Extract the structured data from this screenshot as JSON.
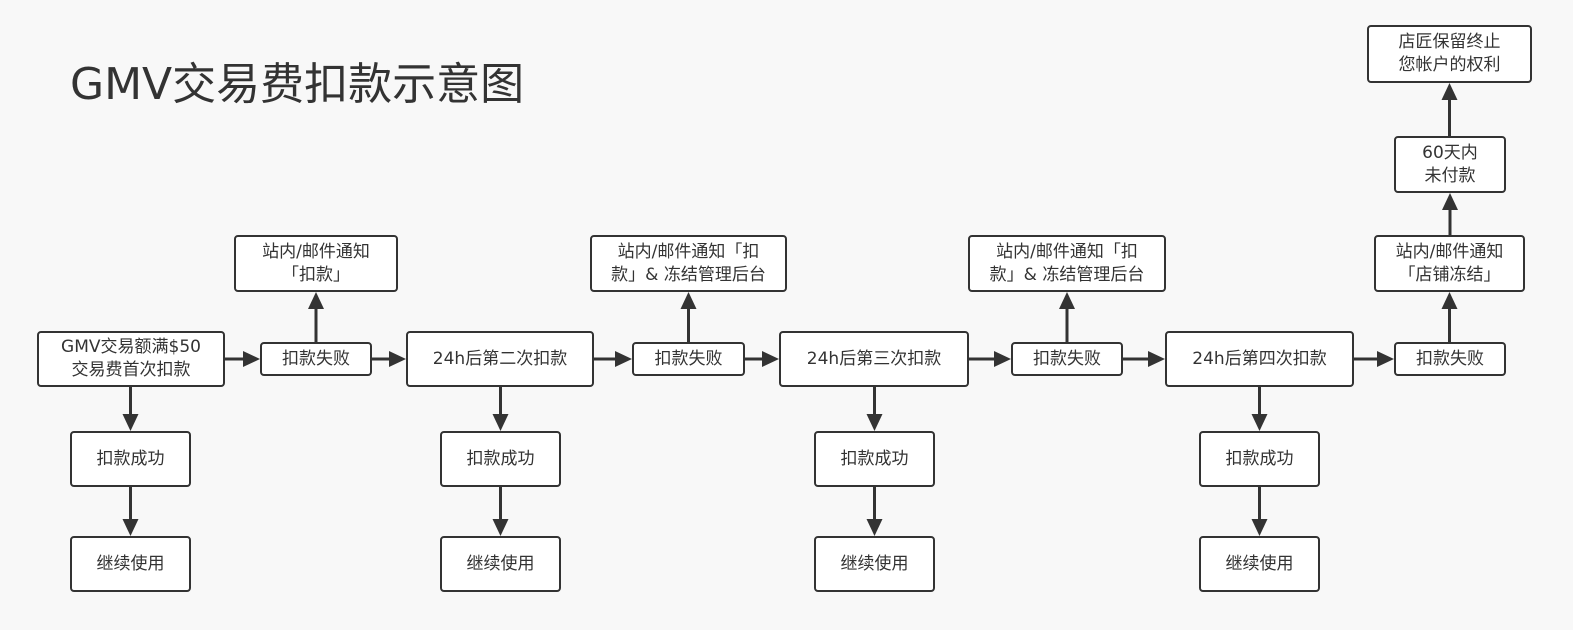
{
  "title": "GMV交易费扣款示意图",
  "colors": {
    "stroke": "#333333",
    "background": "#f8f8f8",
    "node_fill": "#ffffff"
  },
  "nodes": {
    "start": {
      "line1": "GMV交易额满$50",
      "line2": "交易费首次扣款"
    },
    "success_1": {
      "text": "扣款成功"
    },
    "continue_1": {
      "text": "继续使用"
    },
    "fail_1": {
      "text": "扣款失败"
    },
    "notify_1": {
      "line1": "站内/邮件通知",
      "line2": "「扣款」"
    },
    "second_charge": {
      "text": "24h后第二次扣款"
    },
    "success_2": {
      "text": "扣款成功"
    },
    "continue_2": {
      "text": "继续使用"
    },
    "fail_2": {
      "text": "扣款失败"
    },
    "notify_2": {
      "line1": "站内/邮件通知「扣",
      "line2": "款」& 冻结管理后台"
    },
    "third_charge": {
      "text": "24h后第三次扣款"
    },
    "success_3": {
      "text": "扣款成功"
    },
    "continue_3": {
      "text": "继续使用"
    },
    "fail_3": {
      "text": "扣款失败"
    },
    "notify_3": {
      "line1": "站内/邮件通知「扣",
      "line2": "款」& 冻结管理后台"
    },
    "fourth_charge": {
      "text": "24h后第四次扣款"
    },
    "success_4": {
      "text": "扣款成功"
    },
    "continue_4": {
      "text": "继续使用"
    },
    "fail_4": {
      "text": "扣款失败"
    },
    "notify_4": {
      "line1": "站内/邮件通知",
      "line2": "「店铺冻结」"
    },
    "unpaid_60": {
      "line1": "60天内",
      "line2": "未付款"
    },
    "terminate": {
      "line1": "店匠保留终止",
      "line2": "您帐户的权利"
    }
  },
  "edges": [
    [
      "start",
      "fail_1"
    ],
    [
      "start",
      "success_1"
    ],
    [
      "success_1",
      "continue_1"
    ],
    [
      "fail_1",
      "notify_1"
    ],
    [
      "fail_1",
      "second_charge"
    ],
    [
      "second_charge",
      "fail_2"
    ],
    [
      "second_charge",
      "success_2"
    ],
    [
      "success_2",
      "continue_2"
    ],
    [
      "fail_2",
      "notify_2"
    ],
    [
      "fail_2",
      "third_charge"
    ],
    [
      "third_charge",
      "fail_3"
    ],
    [
      "third_charge",
      "success_3"
    ],
    [
      "success_3",
      "continue_3"
    ],
    [
      "fail_3",
      "notify_3"
    ],
    [
      "fail_3",
      "fourth_charge"
    ],
    [
      "fourth_charge",
      "fail_4"
    ],
    [
      "fourth_charge",
      "success_4"
    ],
    [
      "success_4",
      "continue_4"
    ],
    [
      "fail_4",
      "notify_4"
    ],
    [
      "notify_4",
      "unpaid_60"
    ],
    [
      "unpaid_60",
      "terminate"
    ]
  ]
}
